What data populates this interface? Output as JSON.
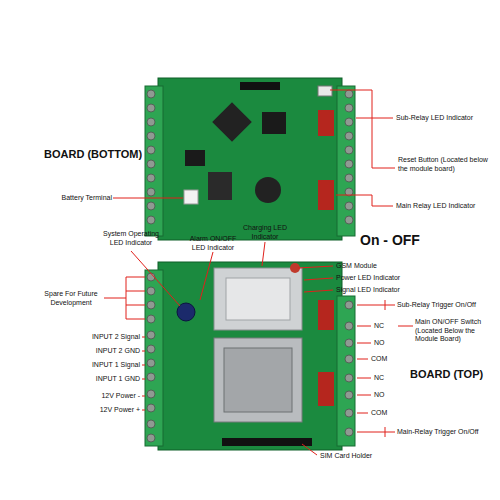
{
  "diagram": {
    "labels": [
      "Sub-Relay LED Indicator",
      "Reset Button (Located below the module board)",
      "Main Relay LED Indicator",
      "BOARD (BOTTOM)",
      "Battery Terminal",
      "System Operating LED Indicator",
      "Alarm ON/OFF LED Indicator",
      "Charging LED Indicator",
      "On - OFF",
      "GSM Module",
      "Power LED Indicator",
      "Signal LED Indicator",
      "Sub-Relay Trigger On/Off",
      "NC",
      "Main ON/OFF Switch (Located Below the Module Board)",
      "NO",
      "COM",
      "NC",
      "NO",
      "COM",
      "Main-Relay Trigger On/Off",
      "BOARD (TOP)",
      "Spare For Future Development",
      "INPUT 2 Signal",
      "INPUT 2 GND",
      "INPUT 1 Signal",
      "INPUT 1 GND",
      "12V Power -",
      "12V Power +",
      "SIM Card Holder"
    ]
  }
}
